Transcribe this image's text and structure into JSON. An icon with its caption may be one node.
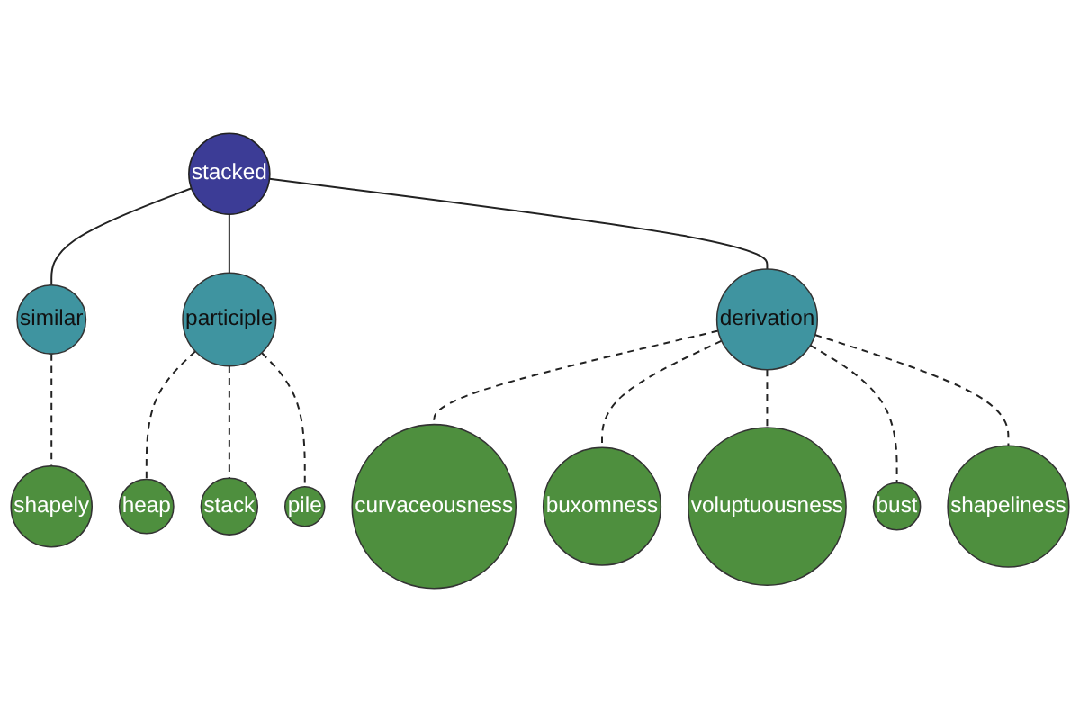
{
  "diagram": {
    "nodes": [
      {
        "text": [
          "shapely"
        ]
      },
      {
        "text": [
          "heap"
        ]
      },
      {
        "text": [
          "similar"
        ]
      },
      {
        "text": [
          "stack"
        ]
      },
      {
        "text": [
          "participle"
        ]
      },
      {
        "text": [
          "pile"
        ]
      },
      {
        "text": [
          "stacked"
        ]
      },
      {
        "text": [
          "curvaceousness"
        ]
      },
      {
        "text": [
          "derivation"
        ]
      },
      {
        "text": [
          "buxomness"
        ]
      },
      {
        "text": [
          "shapeliness"
        ]
      },
      {
        "text": [
          "voluptuousness"
        ]
      },
      {
        "text": [
          "bust"
        ]
      }
    ],
    "edges": [
      {
        "from": 6,
        "to": 2,
        "arrow": "none"
      },
      {
        "from": 6,
        "to": 4,
        "arrow": "none"
      },
      {
        "from": 6,
        "to": 8,
        "arrow": "none"
      },
      {
        "from": 2,
        "to": 0,
        "arrow": "none",
        "style": "dashed"
      },
      {
        "from": 4,
        "to": 1,
        "arrow": "none",
        "style": "dashed"
      },
      {
        "from": 4,
        "to": 3,
        "arrow": "none",
        "style": "dashed"
      },
      {
        "from": 4,
        "to": 5,
        "arrow": "none",
        "style": "dashed"
      },
      {
        "from": 8,
        "to": 7,
        "arrow": "none",
        "style": "dashed"
      },
      {
        "from": 8,
        "to": 9,
        "arrow": "none",
        "style": "dashed"
      },
      {
        "from": 8,
        "to": 11,
        "arrow": "none",
        "style": "dashed"
      },
      {
        "from": 8,
        "to": 12,
        "arrow": "none",
        "style": "dashed"
      },
      {
        "from": 8,
        "to": 10,
        "arrow": "none",
        "style": "dashed"
      }
    ]
  }
}
